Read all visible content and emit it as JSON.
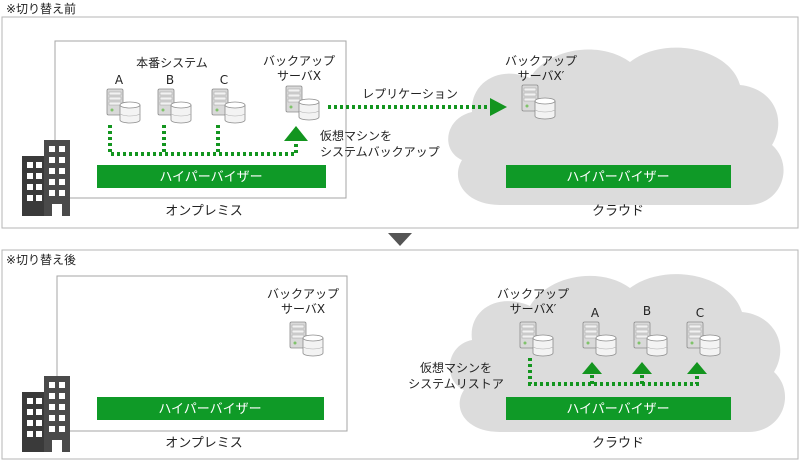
{
  "before": {
    "section_label": "※切り替え前",
    "onprem_label": "オンプレミス",
    "cloud_label": "クラウド",
    "hypervisor_onprem": "ハイパーバイザー",
    "hypervisor_cloud": "ハイパーバイザー",
    "production_label": "本番システム",
    "server_a": "A",
    "server_b": "B",
    "server_c": "C",
    "backup_x_line1": "バックアップ",
    "backup_x_line2": "サーバX",
    "backup_x2_line1": "バックアップ",
    "backup_x2_line2": "サーバX′",
    "replication_label": "レプリケーション",
    "vm_backup_line1": "仮想マシンを",
    "vm_backup_line2": "システムバックアップ"
  },
  "after": {
    "section_label": "※切り替え後",
    "onprem_label": "オンプレミス",
    "cloud_label": "クラウド",
    "hypervisor_onprem": "ハイパーバイザー",
    "hypervisor_cloud": "ハイパーバイザー",
    "backup_x_line1": "バックアップ",
    "backup_x_line2": "サーバX",
    "backup_x2_line1": "バックアップ",
    "backup_x2_line2": "サーバX′",
    "server_a": "A",
    "server_b": "B",
    "server_c": "C",
    "vm_restore_line1": "仮想マシンを",
    "vm_restore_line2": "システムリストア"
  },
  "colors": {
    "hypervisor": "#0f9a27",
    "arrow": "#13951f",
    "cloud_fill": "#dcdcdc",
    "building": "#3a3a3a",
    "divider_arrow": "#555555"
  }
}
